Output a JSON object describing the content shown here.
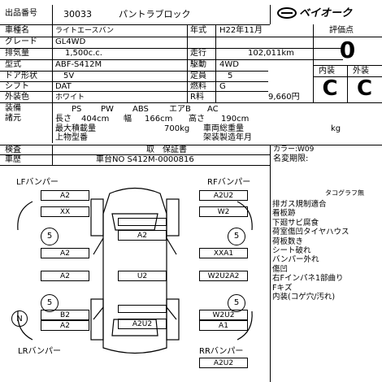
{
  "header": {
    "lot_label": "出品番号",
    "lot_no": "30033",
    "body_type": "パントラブロック",
    "logo_text": "ベイオーク"
  },
  "specs": {
    "car_name_label": "車種名",
    "car_name": "ライトエースバン",
    "grade_label": "グレード",
    "grade": "GL4WD",
    "displacement_label": "排気量",
    "displacement": "1,500c.c.",
    "model_label": "型式",
    "model": "ABF-S412M",
    "doors_label": "ドア形状",
    "doors": "5V",
    "shift_label": "シフト",
    "shift": "DAT",
    "color_label": "外装色",
    "color": "ホワイト",
    "year_label": "年式",
    "year": "H22年11月",
    "mileage_label": "走行",
    "mileage": "102,011km",
    "drive_label": "駆動",
    "drive": "4WD",
    "capacity_label": "定員",
    "capacity": "5",
    "fuel_label": "燃料",
    "fuel": "G",
    "tax_label": "R料",
    "tax": "9,660円"
  },
  "rating": {
    "label": "評価点",
    "score": "0",
    "interior_label": "内装",
    "exterior_label": "外装",
    "interior": "C",
    "exterior": "C"
  },
  "equipment": {
    "label1": "装備",
    "label2": "諸元",
    "items": [
      "PS",
      "PW",
      "ABS",
      "エアB",
      "AC"
    ],
    "length_label": "長さ",
    "length": "404cm",
    "width_label": "幅",
    "width": "166cm",
    "height_label": "高さ",
    "height": "190cm",
    "max_load_label": "最大積載量",
    "max_load": "700kg",
    "gross_weight_label": "車両総重量",
    "gross_unit": "kg",
    "upper_label": "上物型番",
    "mfg_label": "架装製造年月"
  },
  "inspection": {
    "label": "検査",
    "value": "取　保証書",
    "history_label": "車歴",
    "chassis": "車台NO S412M-0000816",
    "color_code_label": "カラー:W09",
    "name_change_label": "名変期限:"
  },
  "diagram": {
    "lf_bumper": "LFバンパー",
    "rf_bumper": "RFバンパー",
    "lr_bumper": "LRバンパー",
    "rr_bumper": "RRバンパー",
    "front_left": "A2",
    "front_right": "A2U2",
    "left_fender": "XX",
    "right_fender": "W2",
    "hood": "A2",
    "left_wheel_front": "5",
    "right_wheel_front": "5",
    "left_door_front": "A2",
    "right_door_front": "XXA1",
    "roof": "U2",
    "left_door_rear": "A2",
    "right_door_rear": "W2U2A2",
    "left_wheel_rear": "5",
    "right_wheel_rear": "5",
    "left_quarter": "B2",
    "left_quarter2": "A2",
    "right_quarter": "W2U2",
    "right_quarter2": "A1",
    "rear": "A2U2",
    "rr_bumper_val": "A2U2",
    "n_mark": "N"
  },
  "notes": {
    "tacho": "タコグラフ無",
    "lines": [
      "排ガス規制適合",
      "看板跡",
      "下廻サビ腐食",
      "荷室傷凹タイヤハウス",
      "荷板数き",
      "シート破れ",
      "バンパー外れ",
      "傷凹",
      "右Fインパネ1部曲り",
      "Fキズ",
      "内装(コゲ穴/汚れ)"
    ]
  }
}
